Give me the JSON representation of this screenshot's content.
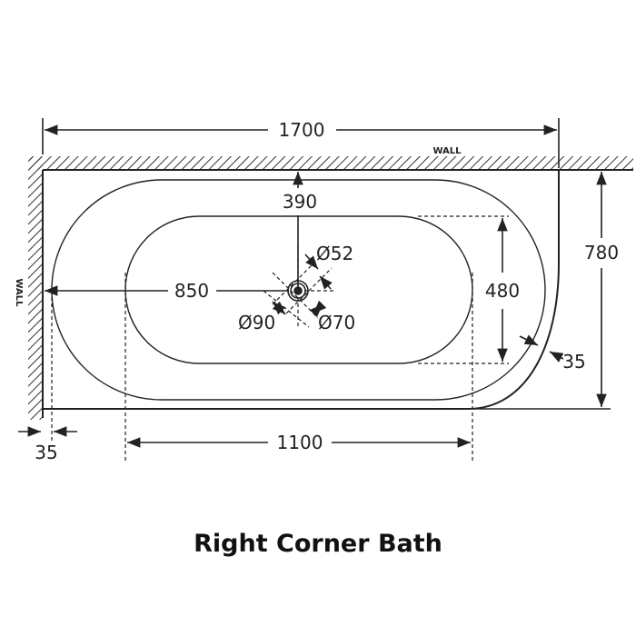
{
  "title": "Right Corner Bath",
  "labels": {
    "wall_top": "WALL",
    "wall_left": "WALL",
    "overall_length": "1700",
    "overall_width": "780",
    "waste_from_wall": "390",
    "waste_from_end": "850",
    "inner_width": "480",
    "inner_length": "1100",
    "rim_left": "35",
    "rim_right": "35",
    "waste_d52": "Ø52",
    "waste_d70": "Ø70",
    "waste_d90": "Ø90"
  },
  "colors": {
    "line": "#222222",
    "background": "#ffffff"
  }
}
